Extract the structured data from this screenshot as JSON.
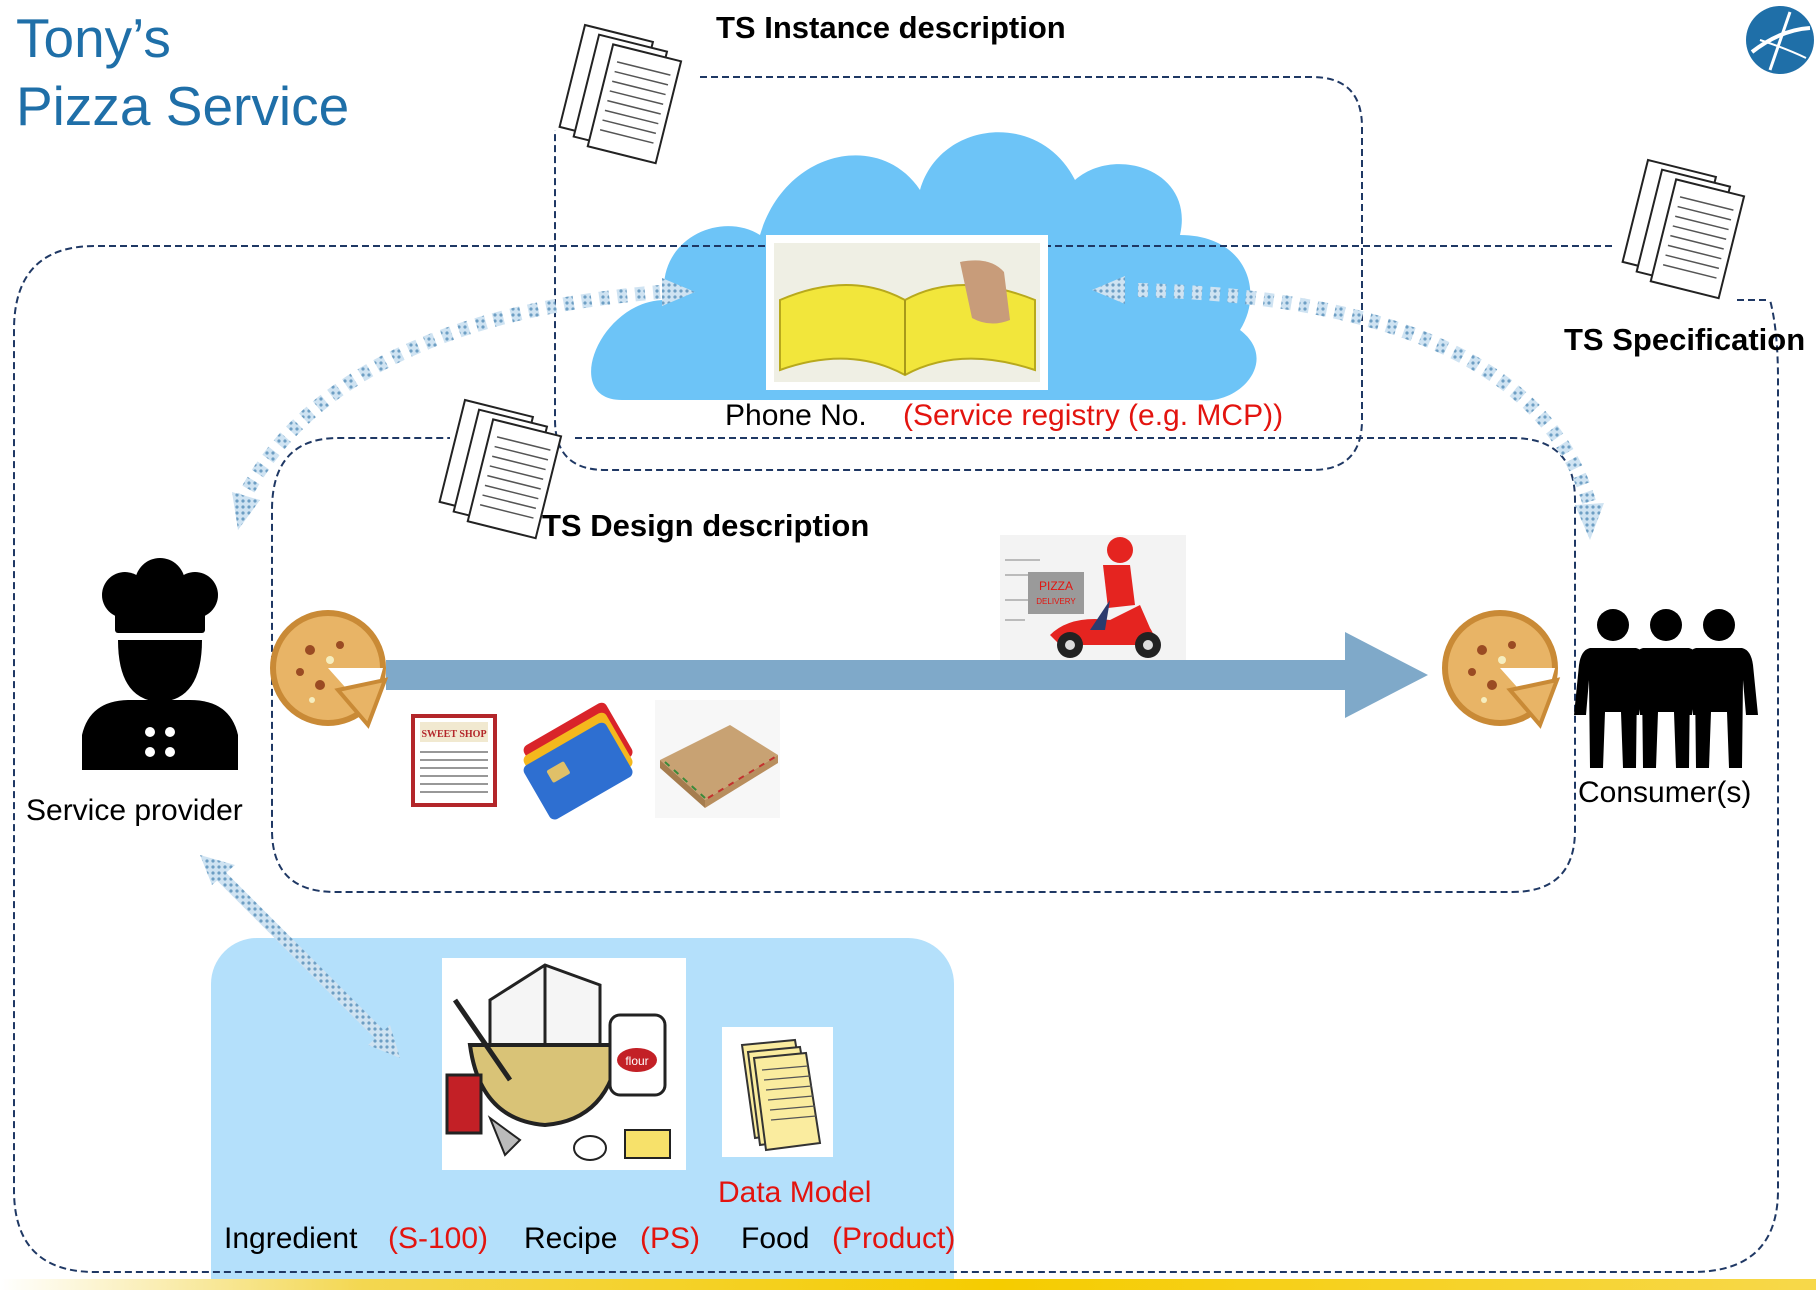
{
  "title": {
    "line1": "Tony’s",
    "line2": "Pizza Service"
  },
  "labels": {
    "ts_instance": "TS Instance description",
    "ts_specification": "TS Specification",
    "ts_design": "TS Design description",
    "phone_no": "Phone No.",
    "service_registry": "(Service registry (e.g. MCP))",
    "service_provider": "Service provider",
    "consumers": "Consumer(s)",
    "data_model": "Data Model"
  },
  "bottom_row": {
    "ingredient": "Ingredient",
    "ingredient_std": "(S-100)",
    "recipe": "Recipe",
    "recipe_std": "(PS)",
    "food": "Food",
    "food_std": "(Product)"
  },
  "images": {
    "scooter_sign": "PIZZA",
    "scooter_sign2": "DELIVERY",
    "menu_sign": "SWEET SHOP",
    "flour_label": "flour"
  },
  "colors": {
    "title_blue": "#1f6fa8",
    "dash_navy": "#1f3864",
    "cloud": "#6dc4f7",
    "panel": "#b4e0fb",
    "arrow": "#7fa9c9",
    "red_text": "#e3140f"
  }
}
